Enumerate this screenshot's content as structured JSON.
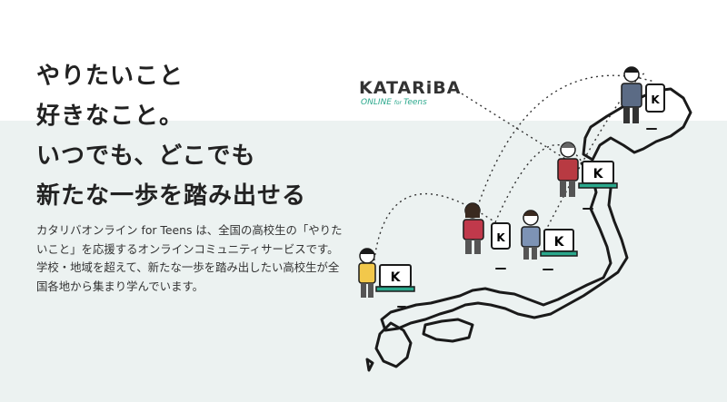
{
  "headline": {
    "line1": "やりたいこと",
    "line2": "好きなこと。",
    "line3": "いつでも、どこでも",
    "line4": "新たな一歩を踏み出せる"
  },
  "description": {
    "para1": "カタリバオンライン for Teens は、全国の高校生の「やりたいこと」を応援するオンラインコミュニティサービスです。",
    "para2": "学校・地域を超えて、新たな一歩を踏み出したい高校生が全国各地から集まり学んでいます。"
  },
  "logo": {
    "name": "KATARiBA",
    "sub_prefix": "ONLINE ",
    "sub_for": "for ",
    "sub_suffix": "Teens"
  },
  "device_mark": "K",
  "colors": {
    "background": "#ffffff",
    "band": "#ecf2f1",
    "text": "#222222",
    "accent_green": "#2aa88c",
    "outline": "#1a1a1a"
  },
  "illustration": {
    "name": "japan-map-with-students-icon"
  }
}
